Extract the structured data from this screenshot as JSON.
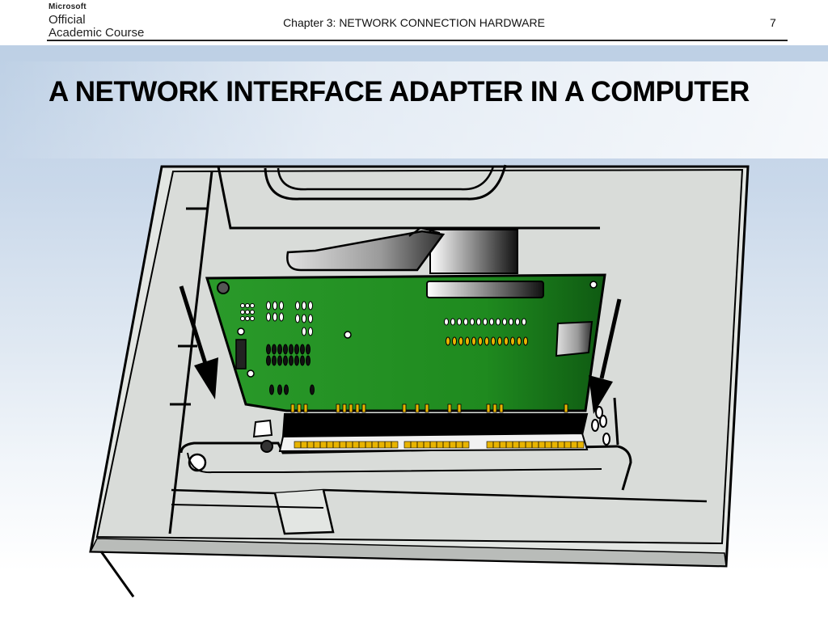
{
  "header": {
    "logo": {
      "brand": "Microsoft",
      "line1": "Official",
      "line2": "Academic Course"
    },
    "chapter": "Chapter 3: NETWORK CONNECTION HARDWARE",
    "page_number": "7"
  },
  "slide": {
    "title": "A NETWORK INTERFACE ADAPTER IN A COMPUTER"
  },
  "colors": {
    "board_green": "#1f8a1f",
    "case_gray": "#dcdfdc",
    "background_blue": "#b9cde3"
  }
}
